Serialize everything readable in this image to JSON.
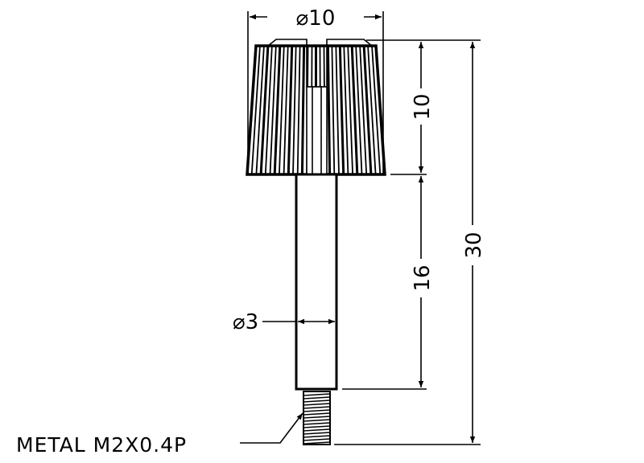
{
  "drawing": {
    "knob_diameter_label": "⌀10",
    "knob_height_label": "10",
    "shaft_length_label": "16",
    "total_length_label": "30",
    "shaft_diameter_label": "⌀3",
    "thread_note": "METAL  M2X0.4P"
  }
}
